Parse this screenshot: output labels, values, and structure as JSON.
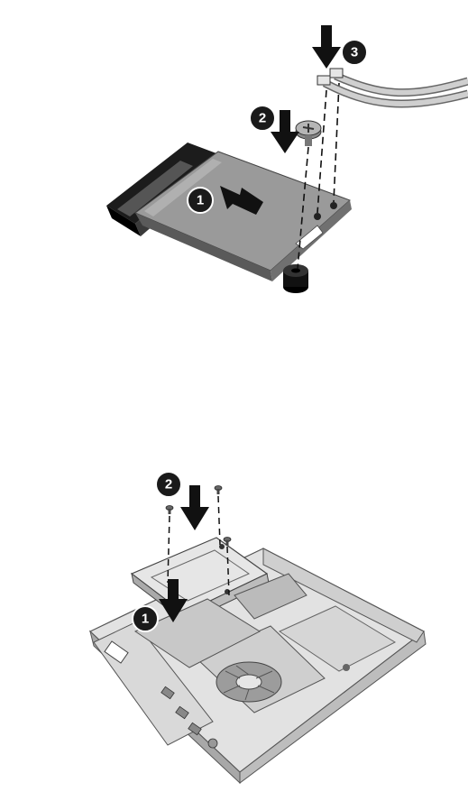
{
  "figure_top": {
    "steps": [
      {
        "label": "1",
        "action": "slide-in-arrow"
      },
      {
        "label": "2",
        "action": "screw-down-arrow"
      },
      {
        "label": "3",
        "action": "connect-cables-arrow"
      }
    ]
  },
  "figure_bottom": {
    "steps": [
      {
        "label": "1",
        "action": "lower-bracket-arrow"
      },
      {
        "label": "2",
        "action": "screws-down-arrow"
      }
    ]
  },
  "colors": {
    "ink": "#111111",
    "badge": "#1a1a1a",
    "card": "#8c8c8c",
    "card_dark": "#5a5a5a",
    "chassis": "#d6d6d6",
    "chassis_dark": "#9a9a9a",
    "cable": "#bdbdbd"
  }
}
